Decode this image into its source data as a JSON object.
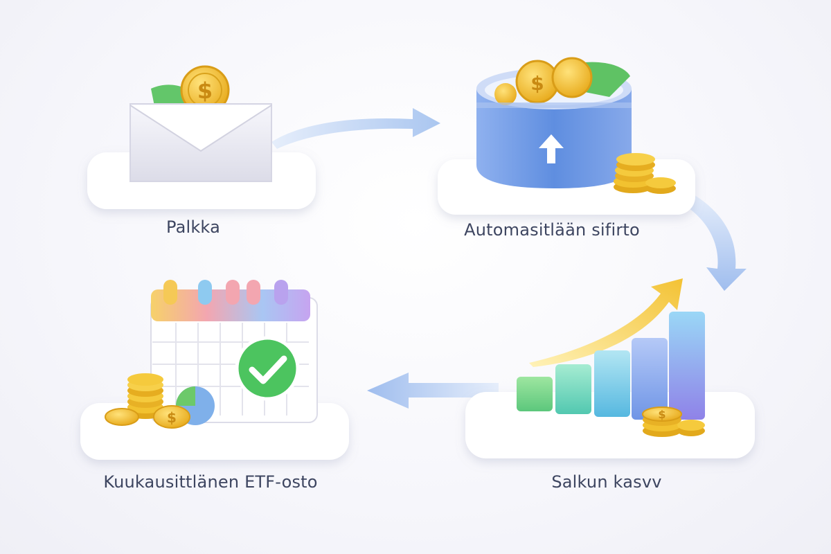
{
  "steps": [
    {
      "label": "Palkka",
      "icon": "envelope-icon"
    },
    {
      "label": "Automasitlään sifirto",
      "icon": "savings-jar-icon"
    },
    {
      "label": "Kuukausittlänen ETF-osto",
      "icon": "calendar-check-icon"
    },
    {
      "label": "Salkun kasvv",
      "icon": "growth-chart-icon"
    }
  ],
  "colors": {
    "arrow": "#bcd2f2",
    "coin": "#f2c230",
    "money": "#6cc96a",
    "jar": "#6f97e0",
    "check": "#4cc45f",
    "text": "#3d4560"
  }
}
